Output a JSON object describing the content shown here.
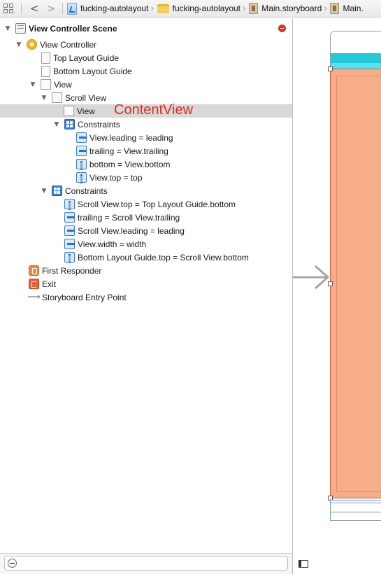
{
  "jumpbar": {
    "back": "<",
    "forward": ">",
    "crumbs": [
      "fucking-autolayout",
      "fucking-autolayout",
      "Main.storyboard",
      "Main."
    ]
  },
  "outline": {
    "rows": [
      {
        "label": "View Controller Scene",
        "bold": true,
        "icon": "scene-icon"
      },
      {
        "label": "View Controller",
        "icon": "view-controller-icon"
      },
      {
        "label": "Top Layout Guide",
        "icon": "layout-guide-icon"
      },
      {
        "label": "Bottom Layout Guide",
        "icon": "layout-guide-icon"
      },
      {
        "label": "View",
        "icon": "view-icon"
      },
      {
        "label": "Scroll View",
        "icon": "view-icon"
      },
      {
        "label": "View",
        "icon": "view-icon"
      },
      {
        "label": "Constraints",
        "icon": "constraints-icon"
      },
      {
        "label": "View.leading = leading",
        "icon": "horizontal-constraint-icon"
      },
      {
        "label": "trailing = View.trailing",
        "icon": "horizontal-constraint-icon"
      },
      {
        "label": "bottom = View.bottom",
        "icon": "vertical-constraint-icon"
      },
      {
        "label": "View.top = top",
        "icon": "vertical-constraint-icon"
      },
      {
        "label": "Constraints",
        "icon": "constraints-icon"
      },
      {
        "label": "Scroll View.top = Top Layout Guide.bottom",
        "icon": "vertical-constraint-icon"
      },
      {
        "label": "trailing = Scroll View.trailing",
        "icon": "horizontal-constraint-icon"
      },
      {
        "label": "Scroll View.leading = leading",
        "icon": "horizontal-constraint-icon"
      },
      {
        "label": "View.width = width",
        "icon": "width-constraint-icon"
      },
      {
        "label": "Bottom Layout Guide.top = Scroll View.bottom",
        "icon": "vertical-constraint-icon"
      },
      {
        "label": "First Responder",
        "icon": "first-responder-icon"
      },
      {
        "label": "Exit",
        "icon": "exit-icon"
      },
      {
        "label": "Storyboard Entry Point",
        "icon": "entry-arrow-icon"
      }
    ],
    "annotation": "ContentView",
    "selected_row": "View"
  },
  "colors": {
    "scroll_view_fill": "#f7ad88",
    "nav_bar": "#25c8d8",
    "annotation": "#e8261c",
    "selection": "#d8d8d8"
  }
}
